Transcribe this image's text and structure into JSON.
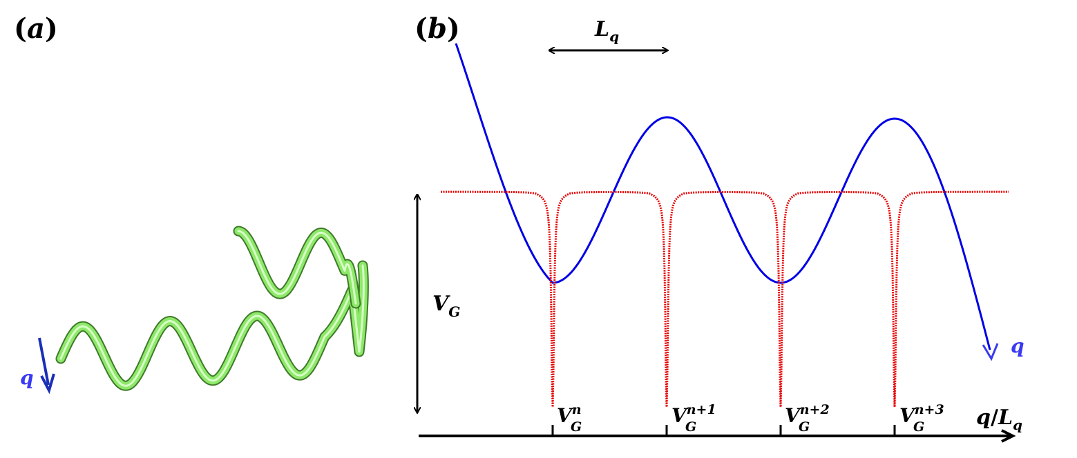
{
  "panel_a": {
    "label": "a",
    "helix_arrow_label": "q",
    "helix_color": "#8ee86a",
    "arrow_color": "#1a2fb8"
  },
  "panel_b": {
    "label": "b",
    "period_label_main": "L",
    "period_label_sub": "q",
    "vg_label_main": "V",
    "vg_label_sub": "G",
    "curve_arrow_label": "q",
    "axis_label": {
      "q": "q",
      "slash": "/",
      "L": "L",
      "sub": "q"
    },
    "wells": [
      {
        "main": "V",
        "sub": "G",
        "sup": "n"
      },
      {
        "main": "V",
        "sub": "G",
        "sup": "n+1"
      },
      {
        "main": "V",
        "sub": "G",
        "sup": "n+2"
      },
      {
        "main": "V",
        "sub": "G",
        "sup": "n+3"
      }
    ],
    "curve_color": "#0000e6",
    "dotted_color": "#e60000",
    "label_blue": "#3a3af2"
  }
}
